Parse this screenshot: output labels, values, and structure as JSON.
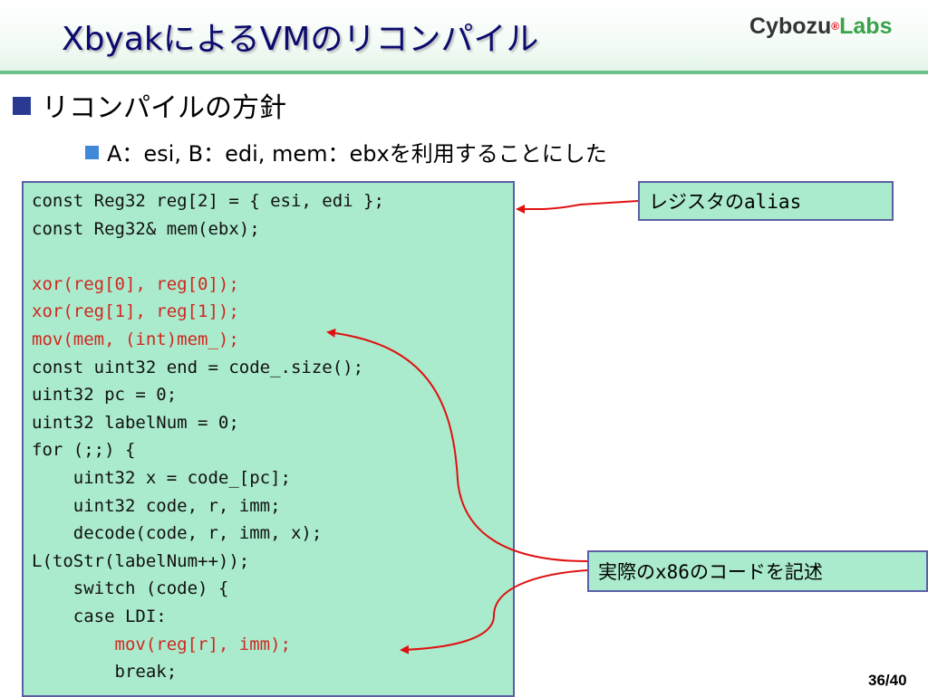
{
  "header": {
    "title": "XbyakによるVMのリコンパイル",
    "logo_part1": "Cybozu",
    "logo_mark": "®",
    "logo_part2": "Labs"
  },
  "bullets": {
    "level1": "リコンパイルの方針",
    "level2": "A：esi, B：edi, mem：ebxを利用することにした"
  },
  "code": {
    "lines": [
      {
        "text": "const Reg32 reg[2] = { esi, edi };",
        "highlight": false
      },
      {
        "text": "const Reg32& mem(ebx);",
        "highlight": false
      },
      {
        "text": "",
        "highlight": false
      },
      {
        "text": "xor(reg[0], reg[0]);",
        "highlight": true
      },
      {
        "text": "xor(reg[1], reg[1]);",
        "highlight": true
      },
      {
        "text": "mov(mem, (int)mem_);",
        "highlight": true
      },
      {
        "text": "const uint32 end = code_.size();",
        "highlight": false
      },
      {
        "text": "uint32 pc = 0;",
        "highlight": false
      },
      {
        "text": "uint32 labelNum = 0;",
        "highlight": false
      },
      {
        "text": "for (;;) {",
        "highlight": false
      },
      {
        "text": "    uint32 x = code_[pc];",
        "highlight": false
      },
      {
        "text": "    uint32 code, r, imm;",
        "highlight": false
      },
      {
        "text": "    decode(code, r, imm, x);",
        "highlight": false
      },
      {
        "text": "L(toStr(labelNum++));",
        "highlight": false
      },
      {
        "text": "    switch (code) {",
        "highlight": false
      },
      {
        "text": "    case LDI:",
        "highlight": false
      },
      {
        "text": "        mov(reg[r], imm);",
        "highlight": true
      },
      {
        "text": "        break;",
        "highlight": false
      }
    ]
  },
  "callouts": {
    "alias_prefix": "レジスタの",
    "alias_code": "alias",
    "x86_prefix": "実際の",
    "x86_code": "x86",
    "x86_suffix": "のコードを記述"
  },
  "page_number": "36/40",
  "colors": {
    "title": "#0b0b6e",
    "header_line": "#6cc089",
    "code_bg": "#aaeacd",
    "code_border": "#5b5fa6",
    "code_highlight": "#d0281f",
    "arrow": "#e01010",
    "bullet1_square": "#2a3a93",
    "bullet2_square": "#3f89d8"
  }
}
